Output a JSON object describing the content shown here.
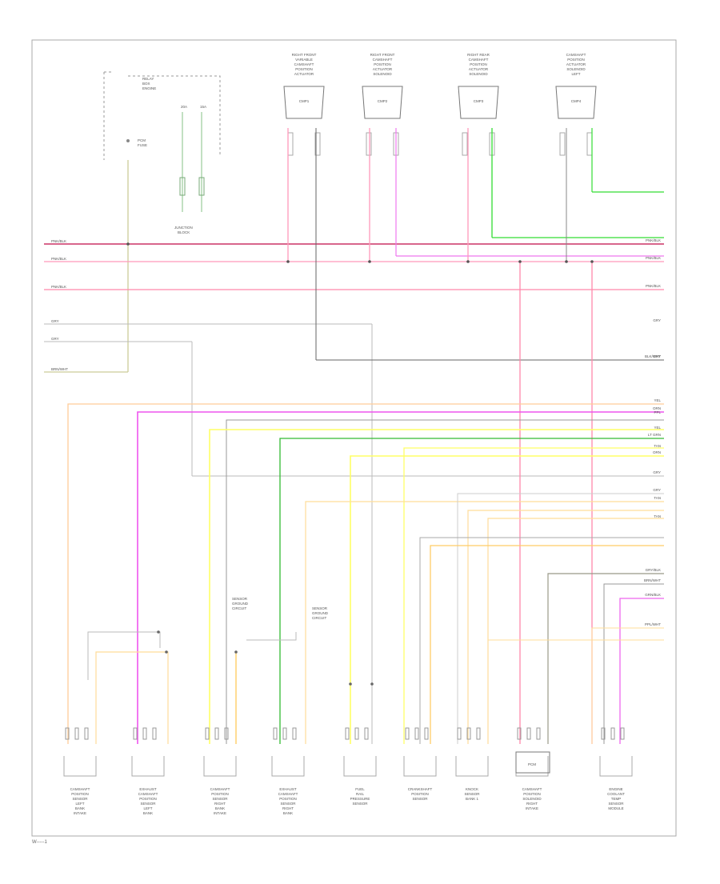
{
  "diagram": {
    "page_code": "W-----1",
    "top_labels": {
      "relay_group": [
        "RELAY",
        "BOX",
        "ENGINE"
      ],
      "rel_note": [
        "PCM",
        "FUSE"
      ],
      "fuse_pair": [
        "20A",
        "15A"
      ],
      "junction": [
        "JUNCTION",
        "BLOCK"
      ]
    },
    "top_components": [
      {
        "title": [
          "RIGHT FRONT",
          "VARIABLE",
          "CAMSHAFT",
          "POSITION",
          "ACTUATOR"
        ],
        "box": "CMP1"
      },
      {
        "title": [
          "RIGHT FRONT",
          "CAMSHAFT",
          "POSITION",
          "ACTUATOR",
          "SOLENOID"
        ],
        "box": "CMP2"
      },
      {
        "title": [
          "RIGHT REAR",
          "CAMSHAFT",
          "POSITION",
          "ACTUATOR",
          "SOLENOID"
        ],
        "box": "CMP3"
      },
      {
        "title": [
          "CAMSHAFT",
          "POSITION",
          "ACTUATOR",
          "SOLENOID",
          "LEFT"
        ],
        "box": "CMP4"
      }
    ],
    "bottom_components": [
      {
        "title": [
          "CAMSHAFT",
          "POSITION",
          "SENSOR",
          "LEFT",
          "BANK",
          "INTAKE"
        ]
      },
      {
        "title": [
          "EXHAUST",
          "CAMSHAFT",
          "POSITION",
          "SENSOR",
          "LEFT",
          "BANK"
        ]
      },
      {
        "title": [
          "CAMSHAFT",
          "POSITION",
          "SENSOR",
          "RIGHT",
          "BANK",
          "INTAKE"
        ]
      },
      {
        "title": [
          "EXHAUST",
          "CAMSHAFT",
          "POSITION",
          "SENSOR",
          "RIGHT",
          "BANK"
        ]
      },
      {
        "title": [
          "FUEL",
          "RAIL",
          "PRESSURE",
          "SENSOR"
        ]
      },
      {
        "title": [
          "CRANKSHAFT",
          "POSITION",
          "SENSOR"
        ]
      },
      {
        "title": [
          "KNOCK",
          "SENSOR",
          "BANK 1"
        ]
      },
      {
        "title": [
          "CAMSHAFT",
          "POSITION",
          "SOLENOID",
          "RIGHT",
          "INTAKE"
        ]
      },
      {
        "title": [
          "ENGINE",
          "COOLANT",
          "TEMP",
          "SENSOR",
          "MODULE"
        ]
      }
    ],
    "mid_labels": [
      [
        "SENSOR",
        "GROUND",
        "CIRCUIT"
      ],
      [
        "SENSOR",
        "GROUND",
        "CIRCUIT"
      ]
    ],
    "right_labels": [
      "PNK/BLK",
      "PNK/BLK",
      "PNK/BLK",
      "GRY",
      "GRY",
      "YEL",
      "ORN",
      "LT GRN",
      "BLK/WHT",
      "ORN",
      "PPL",
      "YEL",
      "TAN",
      "GRY",
      "GRY",
      "TAN",
      "TAN",
      "GRY/BLK",
      "BRN/WHT",
      "GRN/BLK",
      "PPL/WHT"
    ],
    "left_labels": [
      "PNK/BLK",
      "PNK/BLK",
      "PNK/BLK",
      "GRY",
      "GRY",
      "BRN/WHT"
    ],
    "connector_module": "PCM"
  }
}
